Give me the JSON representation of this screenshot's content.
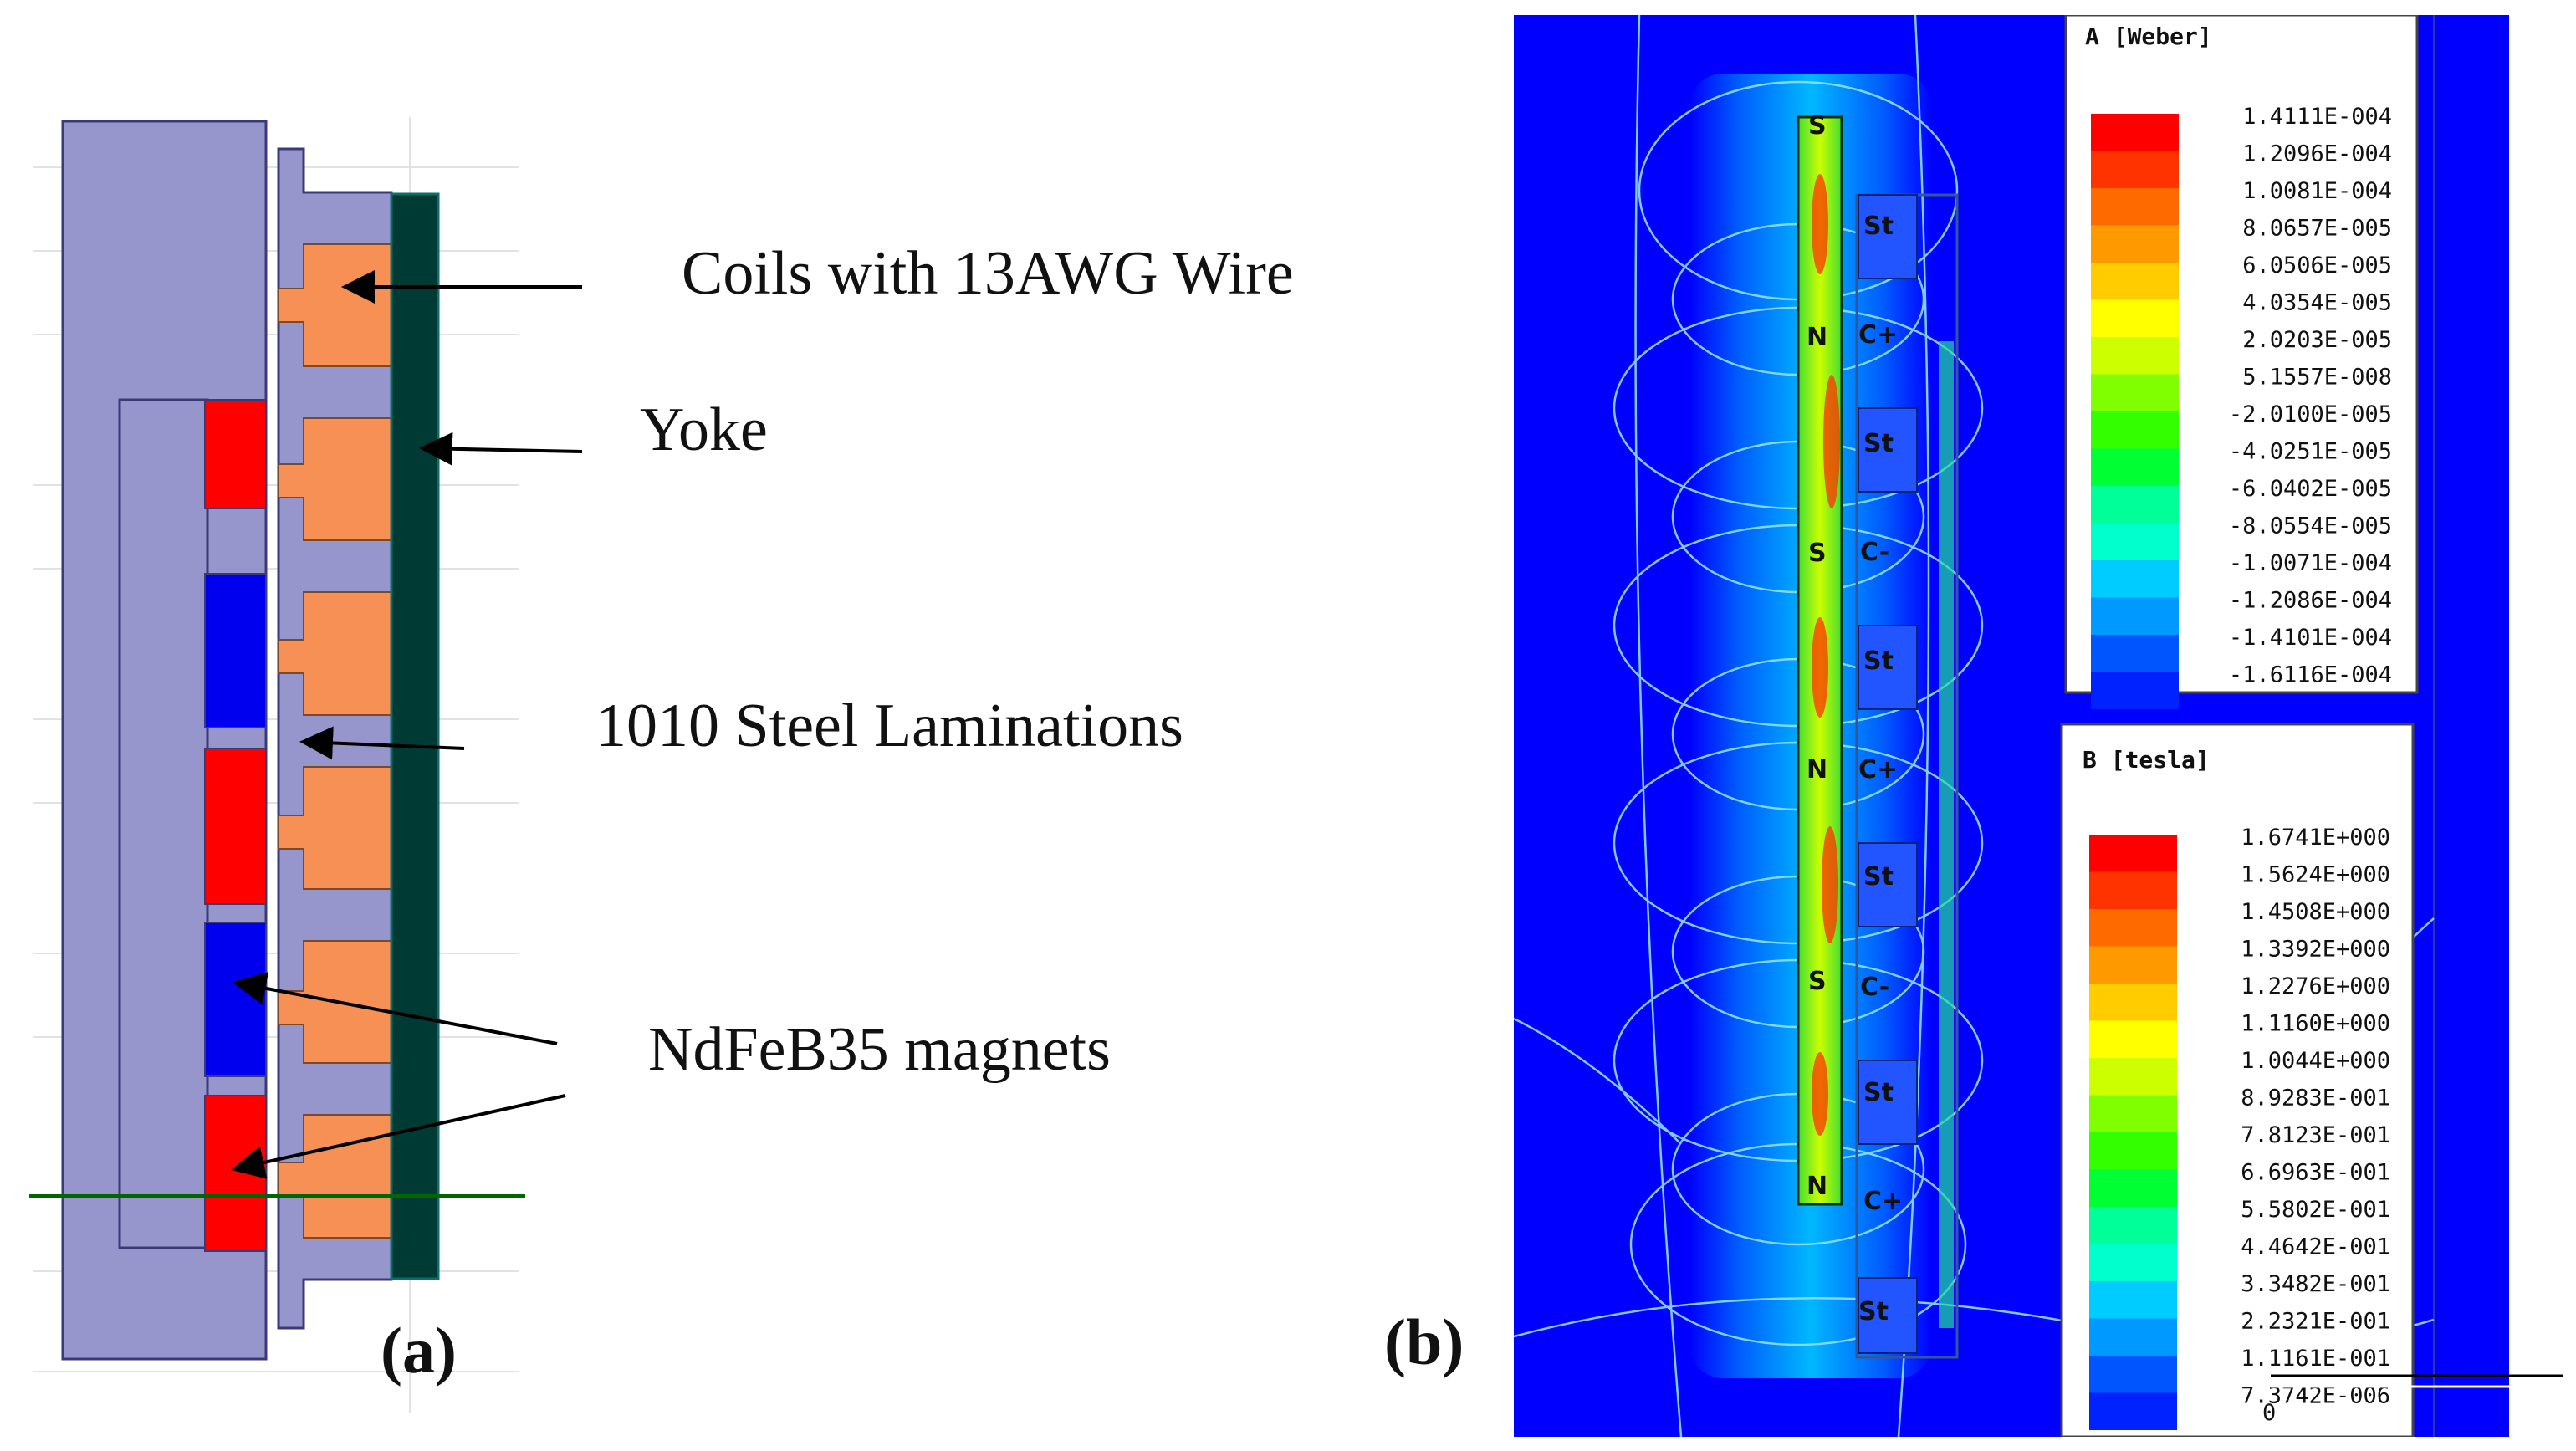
{
  "panel_a": {
    "label": "(a)",
    "callouts": {
      "coils": "Coils with 13AWG Wire",
      "yoke": "Yoke",
      "laminations": "1010 Steel Laminations",
      "magnets": "NdFeB35 magnets"
    },
    "colors": {
      "body": "#9696cc",
      "coil": "#f79055",
      "magnet_red": "#ff0000",
      "magnet_blue": "#0000ee",
      "yoke": "#003a35",
      "axis_line": "#006600"
    }
  },
  "panel_b": {
    "label": "(b)",
    "field_background": "#0000ff",
    "region_labels": {
      "magnets": [
        "S",
        "N",
        "S",
        "N",
        "S",
        "N"
      ],
      "stator": [
        "St",
        "C+",
        "St",
        "C-",
        "St",
        "C+",
        "St",
        "C-",
        "St",
        "C+",
        "St"
      ]
    },
    "legend_a": {
      "title": "A [Weber]",
      "values": [
        "1.4111E-004",
        "1.2096E-004",
        "1.0081E-004",
        "8.0657E-005",
        "6.0506E-005",
        "4.0354E-005",
        "2.0203E-005",
        "5.1557E-008",
        "-2.0100E-005",
        "-4.0251E-005",
        "-6.0402E-005",
        "-8.0554E-005",
        "-1.0071E-004",
        "-1.2086E-004",
        "-1.4101E-004",
        "-1.6116E-004"
      ],
      "colors": [
        "#ff0000",
        "#ff3300",
        "#ff6a00",
        "#ff9900",
        "#ffcc00",
        "#ffff00",
        "#ccff00",
        "#80ff00",
        "#33ff00",
        "#00ff33",
        "#00ff99",
        "#00ffcc",
        "#00ccff",
        "#0099ff",
        "#0055ff",
        "#0022ff"
      ]
    },
    "legend_b": {
      "title": "B [tesla]",
      "values": [
        "1.6741E+000",
        "1.5624E+000",
        "1.4508E+000",
        "1.3392E+000",
        "1.2276E+000",
        "1.1160E+000",
        "1.0044E+000",
        "8.9283E-001",
        "7.8123E-001",
        "6.6963E-001",
        "5.5802E-001",
        "4.4642E-001",
        "3.3482E-001",
        "2.2321E-001",
        "1.1161E-001",
        "7.3742E-006"
      ],
      "colors": [
        "#ff0000",
        "#ff3300",
        "#ff6a00",
        "#ff9900",
        "#ffcc00",
        "#ffff00",
        "#ccff00",
        "#80ff00",
        "#33ff00",
        "#00ff33",
        "#00ff99",
        "#00ffcc",
        "#00ccff",
        "#0099ff",
        "#0055ff",
        "#0022ff"
      ]
    },
    "scale_marker": "0"
  }
}
